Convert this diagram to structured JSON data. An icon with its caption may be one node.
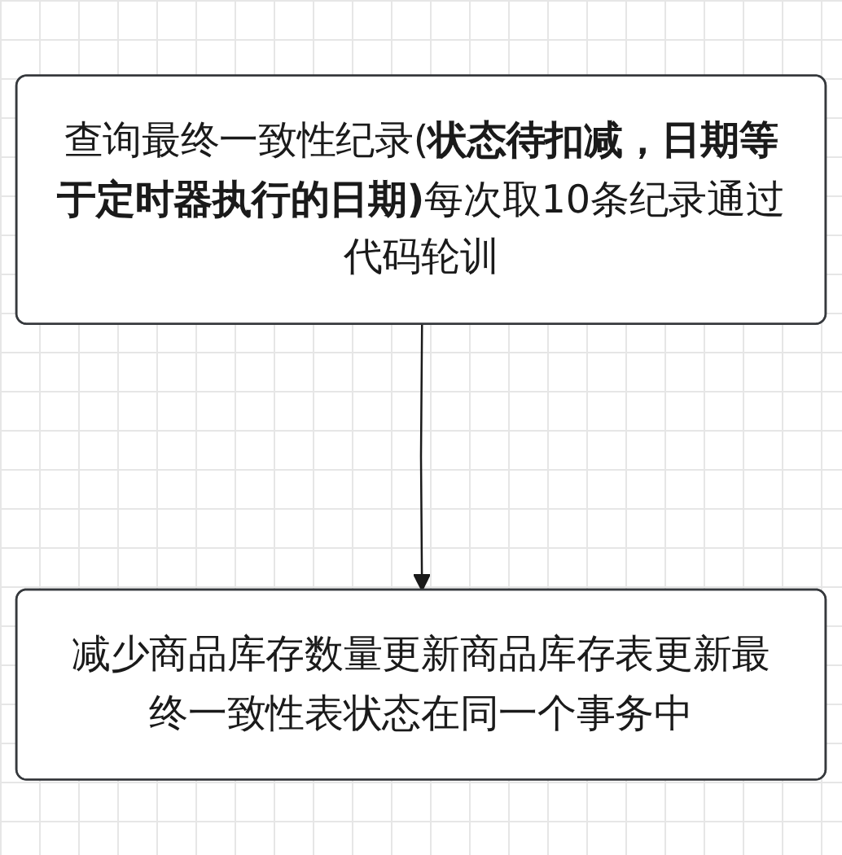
{
  "diagram": {
    "nodes": [
      {
        "text": [
          "查询最终一致性纪录(**状态待扣减，日期等于定时器执行的日期)**每次取10条纪录通过代码轮训"
        ]
      },
      {
        "text": [
          "减少商品库存数量更新商品库存表更新最终一致性表状态在同一个事务中"
        ]
      }
    ],
    "edges": [
      {
        "from": 0,
        "to": 1,
        "arrow": "to"
      }
    ]
  }
}
